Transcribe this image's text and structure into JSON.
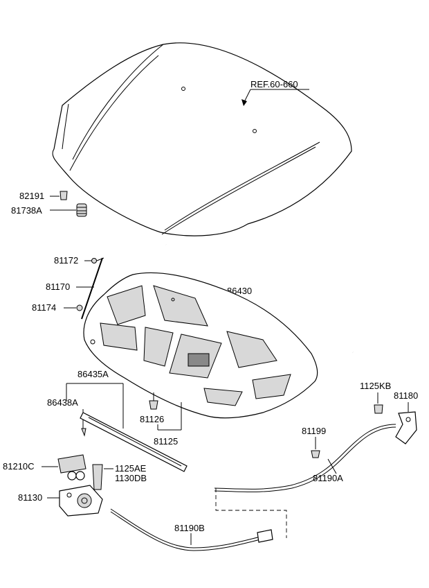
{
  "diagram": {
    "labels": {
      "ref": "REF.60-660",
      "p82191": "82191",
      "p81738A": "81738A",
      "p81172": "81172",
      "p81170": "81170",
      "p81174": "81174",
      "p86430": "86430",
      "p86435A": "86435A",
      "p86438A": "86438A",
      "p81126": "81126",
      "p81125": "81125",
      "p1125KB": "1125KB",
      "p81180": "81180",
      "p81199": "81199",
      "p81190A": "81190A",
      "p81210C": "81210C",
      "p1125AE": "1125AE",
      "p1130DB": "1130DB",
      "p81130": "81130",
      "p81190B": "81190B"
    }
  }
}
